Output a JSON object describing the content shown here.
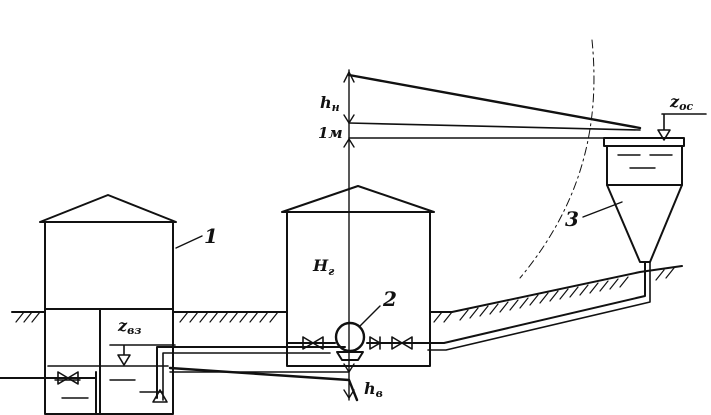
{
  "labels": {
    "building_1": "1",
    "pump_2": "2",
    "tank_3": "3",
    "h_n": "h",
    "h_n_sub": "н",
    "one_m": "1м",
    "z_oc": "z",
    "z_oc_sub": "ос",
    "z_vz": "z",
    "z_vz_sub": "вз",
    "H_g": "H",
    "H_g_sub": "г",
    "h_v": "h",
    "h_v_sub": "в"
  }
}
